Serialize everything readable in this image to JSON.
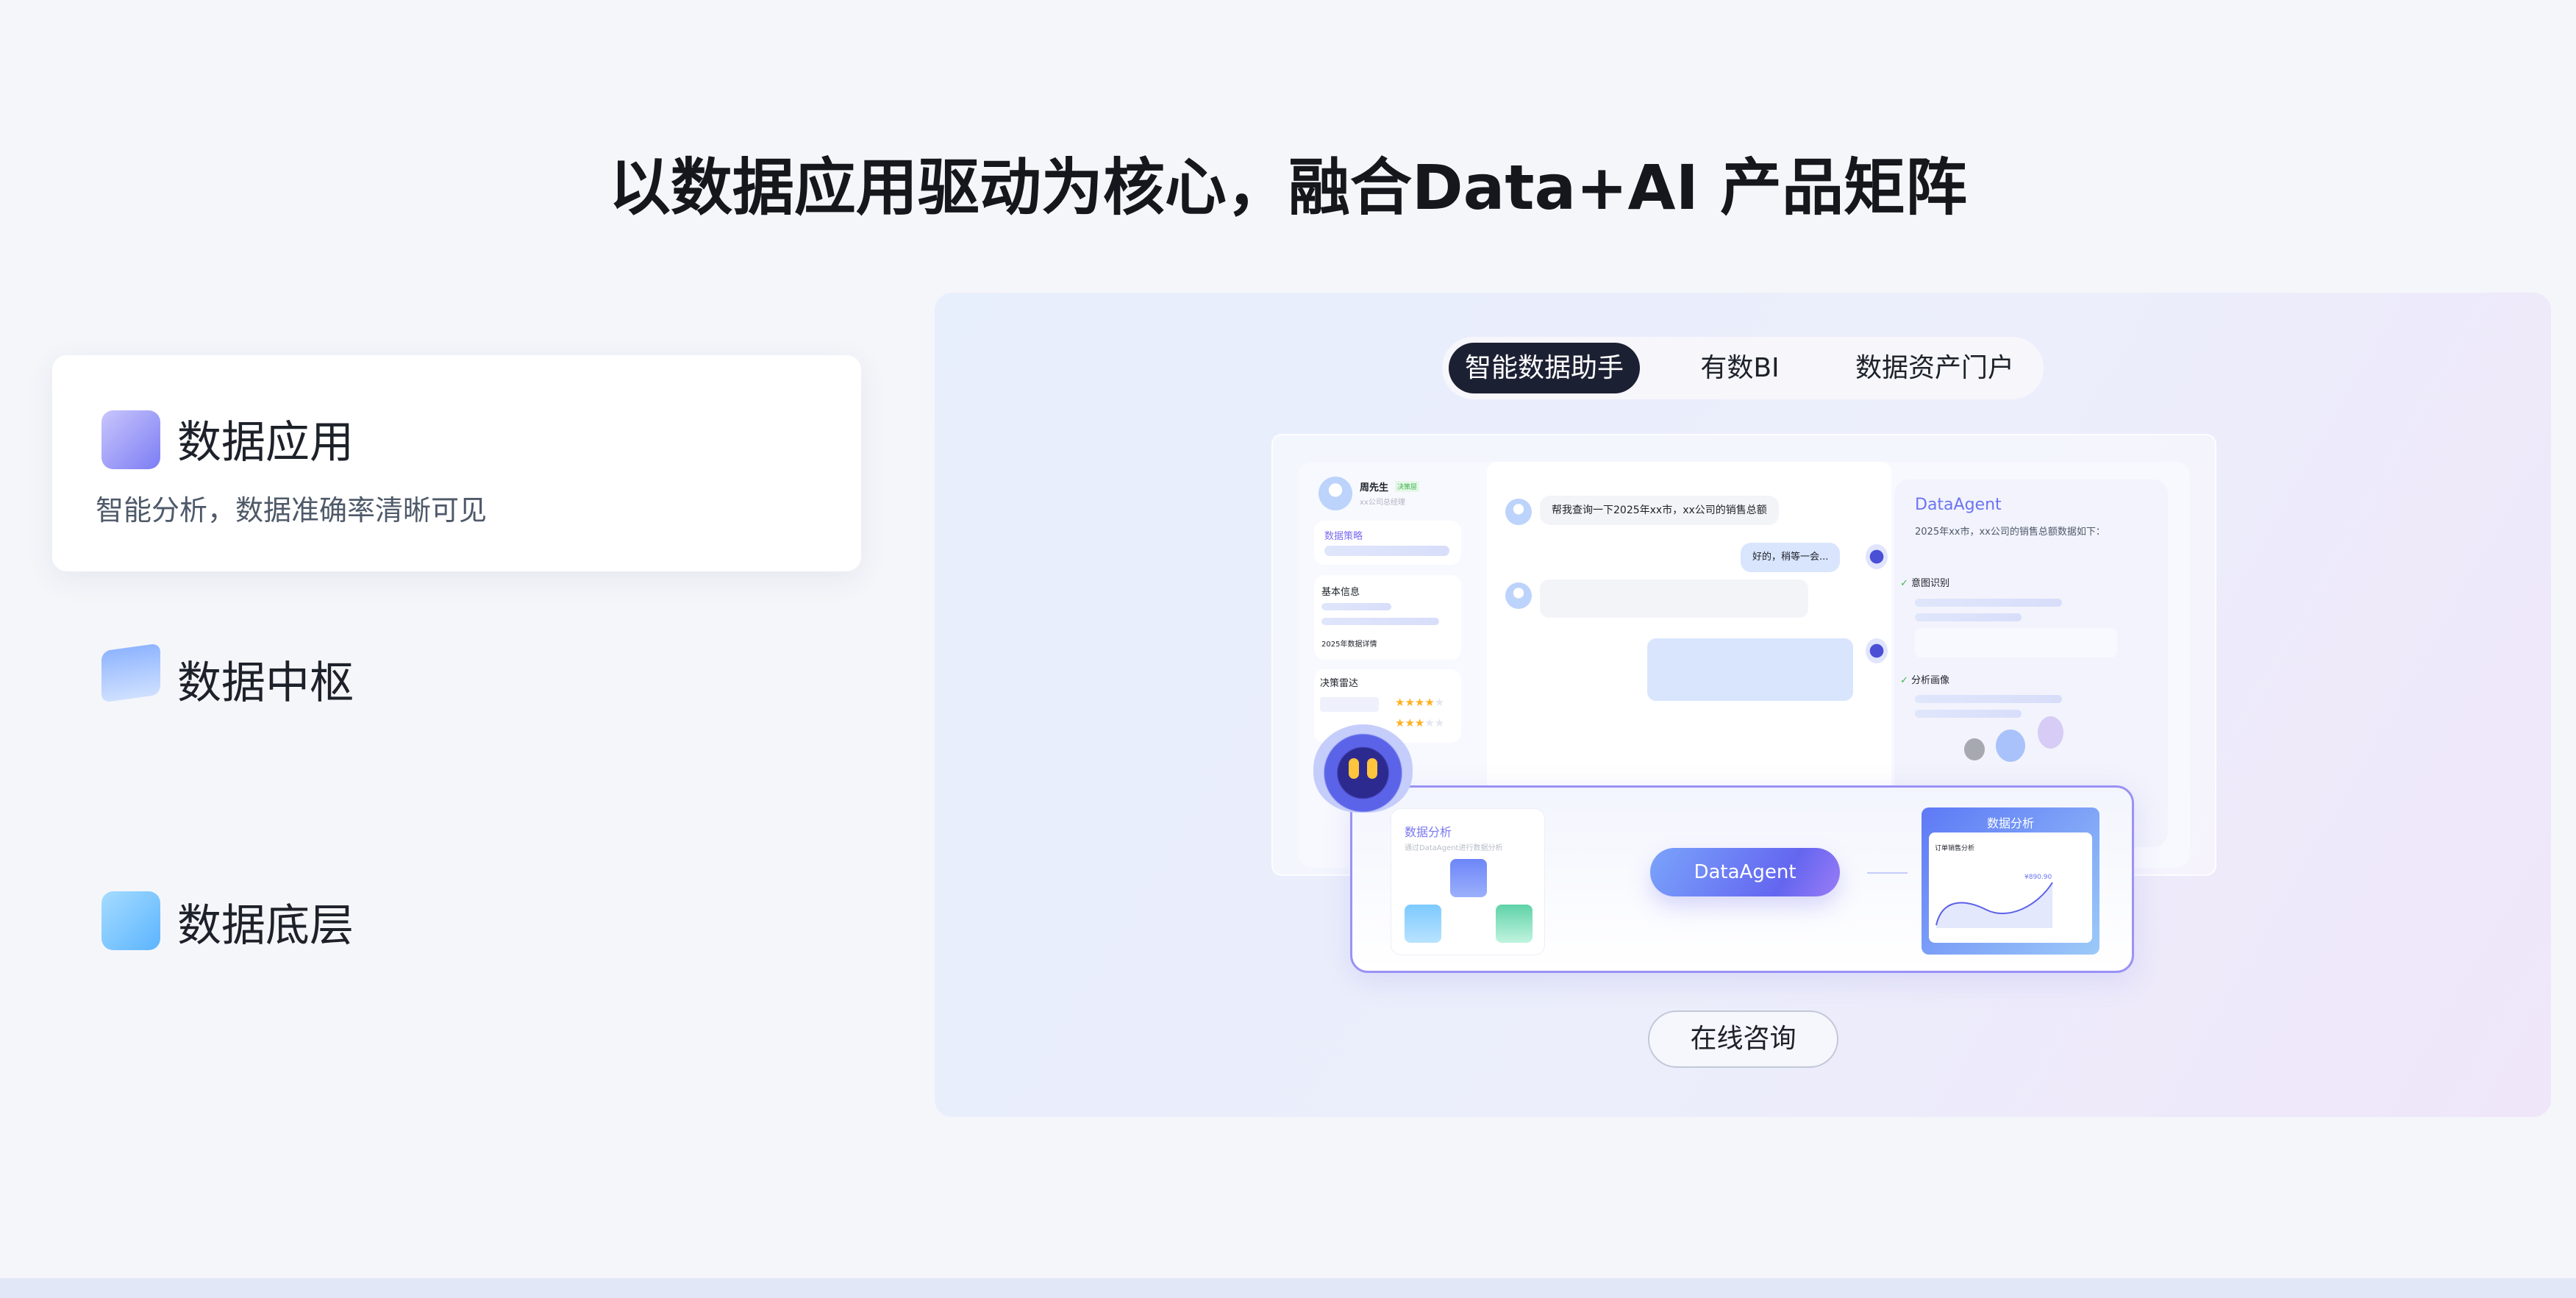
{
  "title": "以数据应用驱动为核心，融合Data+AI 产品矩阵",
  "nav": [
    {
      "label": "数据应用",
      "subtitle": "智能分析，数据准确率清晰可见",
      "icon": "chart-trend-icon",
      "active": true
    },
    {
      "label": "数据中枢",
      "icon": "layers-icon"
    },
    {
      "label": "数据底层",
      "icon": "bar-chart-icon"
    }
  ],
  "tabs": [
    {
      "label": "智能数据助手",
      "active": true
    },
    {
      "label": "有数BI"
    },
    {
      "label": "数据资产门户"
    }
  ],
  "mock": {
    "profile": {
      "name": "周先生",
      "badge": "决策层",
      "role": "xx公司总经理"
    },
    "strategy": "数据策略",
    "basic_info": "基本信息",
    "data_detail": "2025年数据详情",
    "radar": "决策雷达",
    "ratings": [
      4,
      3
    ],
    "chat": {
      "q": "帮我查询一下2025年xx市，xx公司的销售总额",
      "a": "好的，稍等一会..."
    },
    "agent": {
      "title": "DataAgent",
      "desc": "2025年xx市，xx公司的销售总额数据如下：",
      "step1": "意图识别",
      "step2": "分析画像"
    },
    "flow": {
      "card_title": "数据分析",
      "card_desc": "通过DataAgent进行数据分析",
      "center": "DataAgent",
      "result_title": "数据分析",
      "chart_title": "订单销售分析",
      "value": "¥890.90"
    }
  },
  "consult_label": "在线咨询",
  "colors": {
    "accent": "#6b74f0",
    "dark": "#1c2033",
    "star": "#ffb020"
  }
}
